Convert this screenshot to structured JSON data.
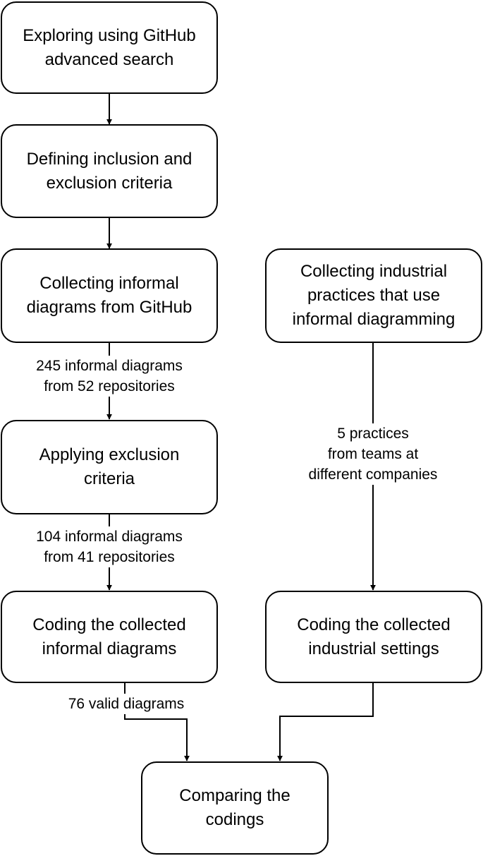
{
  "nodes": {
    "explore": "Exploring using GitHub\nadvanced search",
    "define": "Defining inclusion and\nexclusion criteria",
    "collect_github": "Collecting informal\ndiagrams from GitHub",
    "apply": "Applying exclusion\ncriteria",
    "code_diagrams": "Coding the collected\ninformal diagrams",
    "collect_industrial": "Collecting industrial\npractices that use\ninformal diagramming",
    "code_industrial": "Coding the collected\nindustrial settings",
    "compare": "Comparing the\ncodings"
  },
  "edge_labels": {
    "after_collect": "245 informal diagrams\nfrom 52 repositories",
    "after_apply": "104 informal diagrams\nfrom 41 repositories",
    "after_code": "76 valid diagrams",
    "industrial": "5 practices\nfrom teams at\ndifferent companies"
  }
}
